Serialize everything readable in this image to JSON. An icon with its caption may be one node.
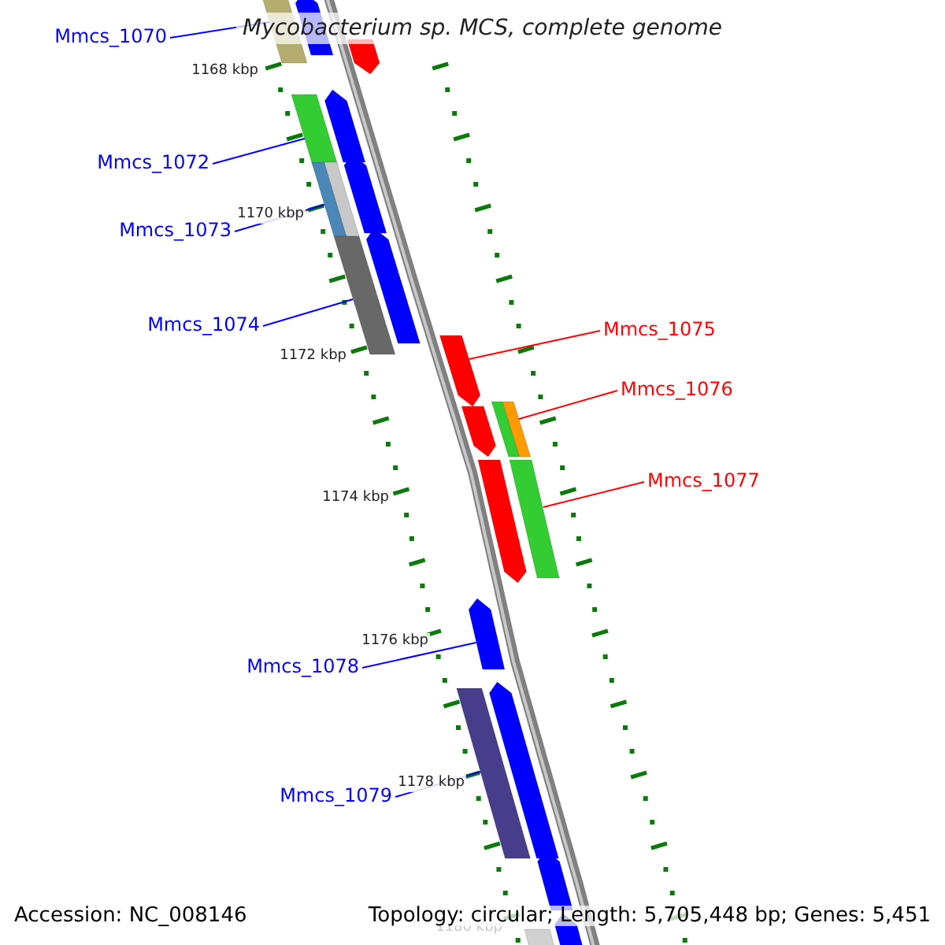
{
  "diagram": {
    "title": "Mycobacterium sp. MCS, complete genome",
    "nodes": [
      {
        "text": [
          "Mmcs_1070"
        ]
      },
      {
        "text": [],
        "shape": "bar"
      },
      {
        "text": [
          "Mmcs_1072"
        ]
      },
      {
        "text": [],
        "shape": "bar"
      },
      {
        "text": [
          "Mmcs_1073"
        ]
      },
      {
        "text": [],
        "shape": "bar"
      },
      {
        "text": [
          "Mmcs_1074"
        ]
      },
      {
        "text": [],
        "shape": "bar"
      },
      {
        "text": [
          "Mmcs_1075"
        ]
      },
      {
        "text": [],
        "shape": "bar"
      },
      {
        "text": [
          "Mmcs_1076"
        ]
      },
      {
        "text": [],
        "shape": "bar"
      },
      {
        "text": [
          "Mmcs_1077"
        ]
      },
      {
        "text": [],
        "shape": "bar"
      },
      {
        "text": [
          "Mmcs_1078"
        ]
      },
      {
        "text": [],
        "shape": "bar"
      },
      {
        "text": [
          "Mmcs_1079"
        ]
      },
      {
        "text": [],
        "shape": "bar"
      },
      {
        "text": [],
        "shape": "bar"
      },
      {
        "text": [],
        "shape": "bar"
      },
      {
        "text": [],
        "shape": "bar"
      },
      {
        "text": [],
        "shape": "bar"
      },
      {
        "text": [],
        "shape": "bar"
      },
      {
        "text": [],
        "shape": "bar"
      },
      {
        "text": [],
        "shape": "bar"
      },
      {
        "text": [],
        "shape": "bar"
      },
      {
        "text": [],
        "shape": "bar"
      },
      {
        "text": [],
        "shape": "bar"
      },
      {
        "text": [],
        "shape": "bar"
      }
    ],
    "edges": [
      {
        "from": 0,
        "to": 1,
        "arrow": "none"
      },
      {
        "from": 2,
        "to": 3,
        "arrow": "none"
      },
      {
        "from": 4,
        "to": 5,
        "arrow": "none"
      },
      {
        "from": 6,
        "to": 7,
        "arrow": "none"
      },
      {
        "from": 8,
        "to": 9,
        "arrow": "none",
        "color": "#ff0000"
      },
      {
        "from": 10,
        "to": 11,
        "arrow": "none",
        "color": "#ff0000"
      },
      {
        "from": 12,
        "to": 13,
        "arrow": "none",
        "color": "#ff0000"
      },
      {
        "from": 14,
        "to": 15,
        "arrow": "none"
      },
      {
        "from": 16,
        "to": 17,
        "arrow": "none"
      }
    ],
    "labels": [
      "1168 kbp",
      "1170 kbp",
      "1172 kbp",
      "1174 kbp",
      "1176 kbp",
      "1178 kbp",
      "1180 kbp",
      "Accession: NC_008146",
      "Topology: circular; Length: 5,705,448 bp; Genes: 5,451"
    ]
  }
}
